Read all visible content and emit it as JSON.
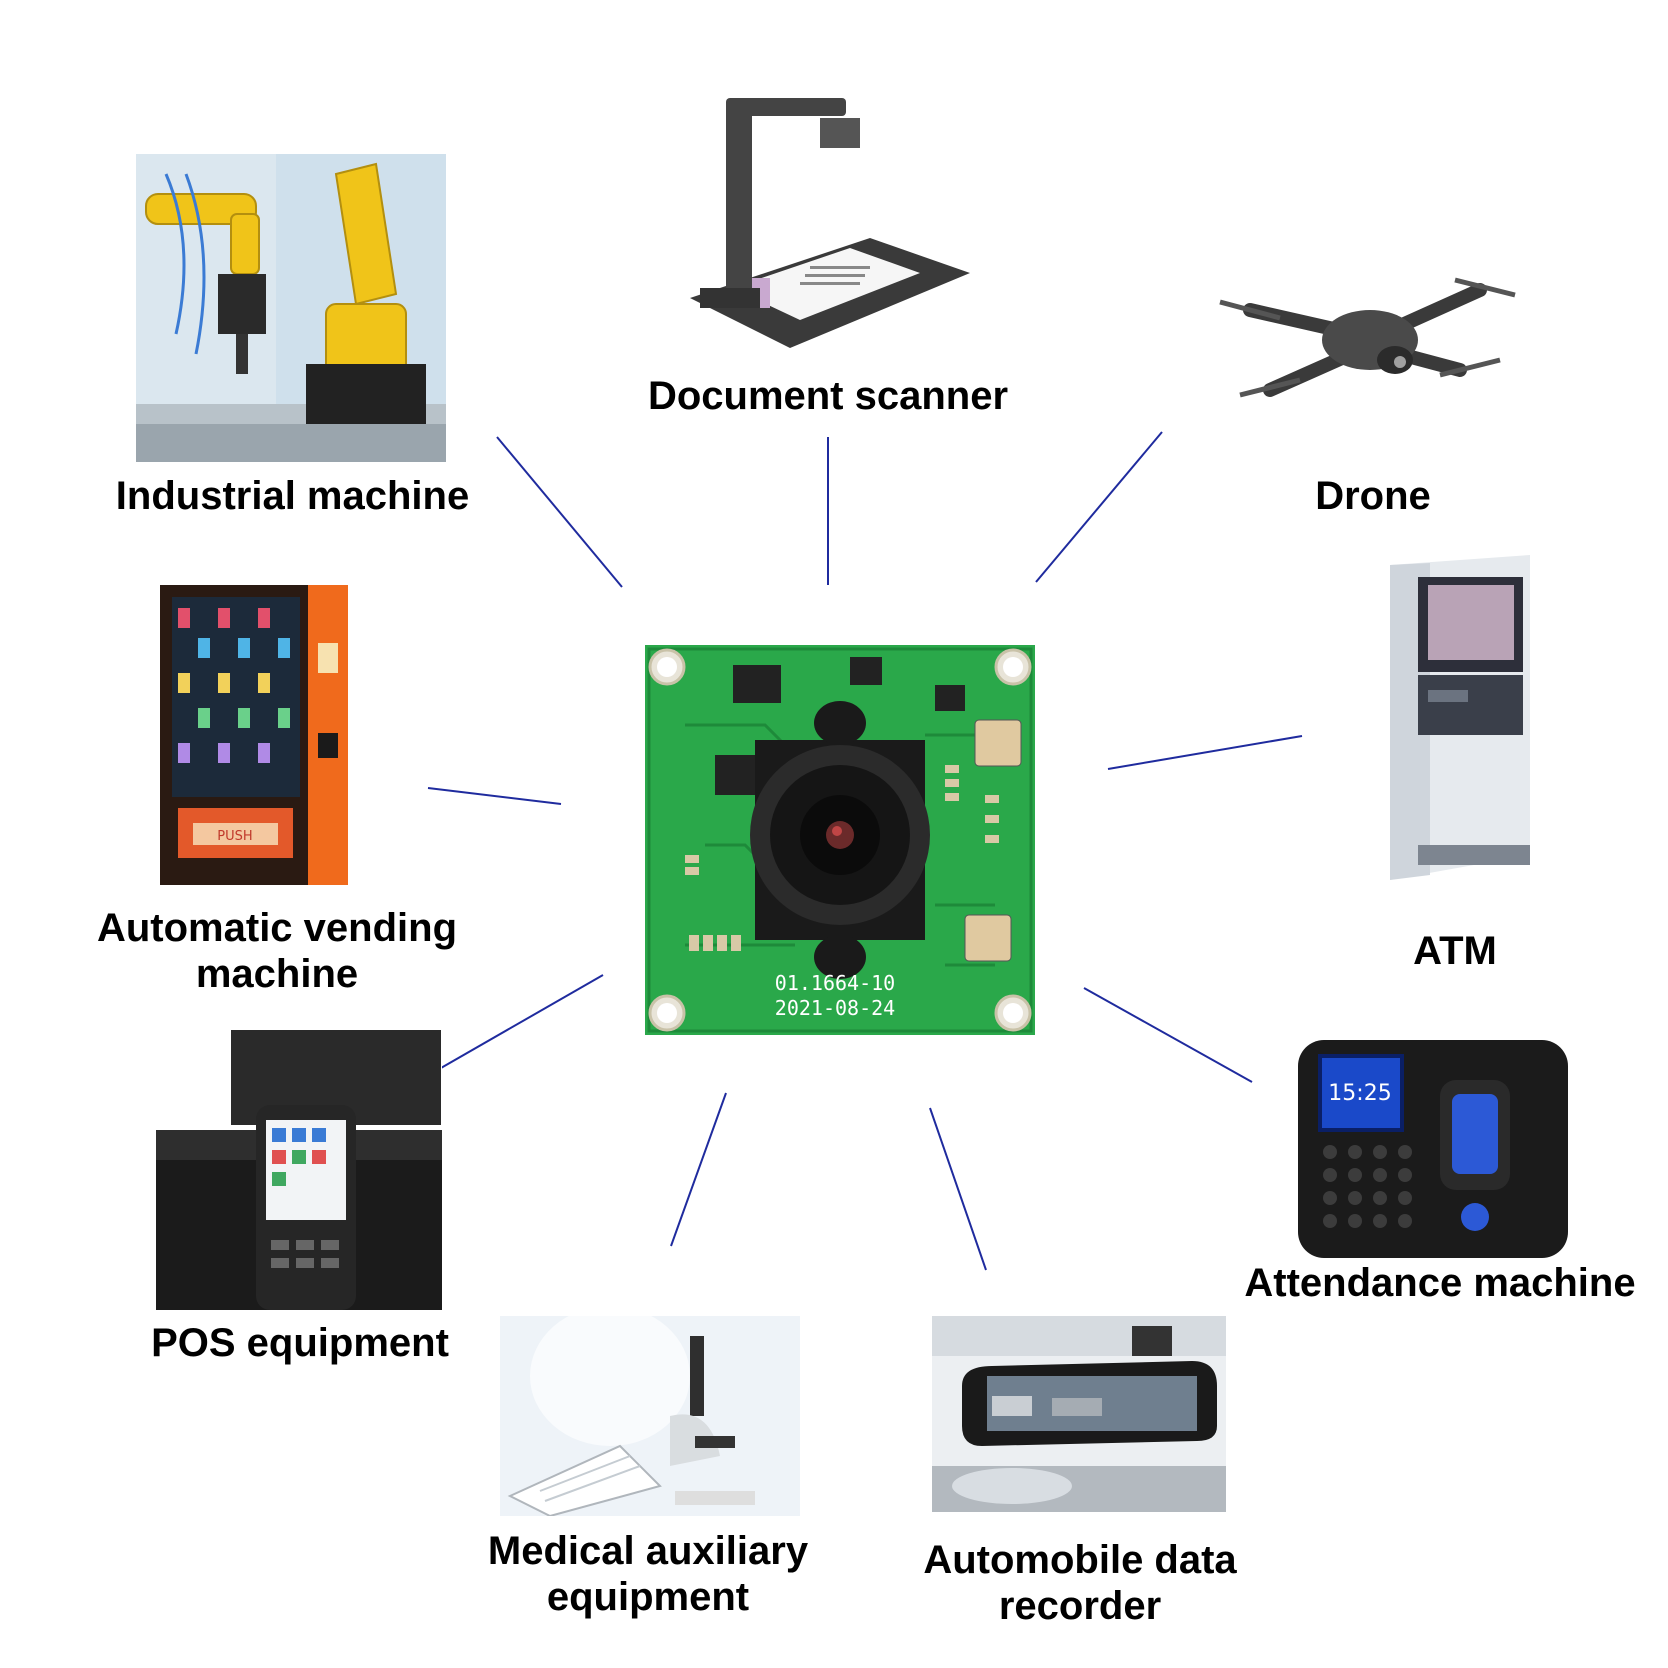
{
  "colors": {
    "connector_line": "#1f2b9e",
    "pcb_green": "#2aa84a",
    "pcb_dark": "#1e8a3a",
    "label_text": "#000000",
    "background": "#ffffff"
  },
  "center_module": {
    "icon": "camera-module-pcb-icon",
    "silkscreen_line1": "01.1664-10",
    "silkscreen_line2": "2021-08-24"
  },
  "applications": [
    {
      "id": "industrial-machine",
      "label": "Industrial machine",
      "icon": "robot-arm-icon"
    },
    {
      "id": "document-scanner",
      "label": "Document scanner",
      "icon": "document-scanner-icon"
    },
    {
      "id": "drone",
      "label": "Drone",
      "icon": "drone-icon"
    },
    {
      "id": "atm",
      "label": "ATM",
      "icon": "atm-icon"
    },
    {
      "id": "attendance-machine",
      "label": "Attendance machine",
      "icon": "fingerprint-terminal-icon"
    },
    {
      "id": "automobile-data-recorder",
      "label": "Automobile data recorder",
      "icon": "mirror-dashcam-icon"
    },
    {
      "id": "medical-auxiliary-equipment",
      "label": "Medical auxiliary equipment",
      "icon": "microscope-icon"
    },
    {
      "id": "pos-equipment",
      "label": "POS equipment",
      "icon": "pos-terminal-icon"
    },
    {
      "id": "automatic-vending-machine",
      "label": "Automatic vending machine",
      "icon": "vending-machine-icon"
    }
  ],
  "attendance_screen_time": "15:25",
  "vending_button_text": "PUSH"
}
